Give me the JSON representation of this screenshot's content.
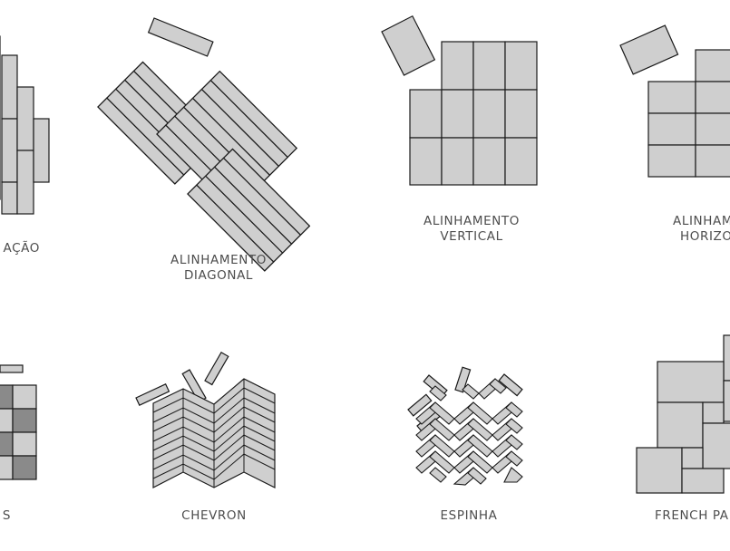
{
  "labels": {
    "stagger": [
      "AÇÃO"
    ],
    "diagonal": [
      "ALINHAMENTO",
      "DIAGONAL"
    ],
    "vertical": [
      "ALINHAMENTO",
      "VERTICAL"
    ],
    "horizontal": [
      "ALINHAM",
      "HORIZO"
    ],
    "checker": [
      "S"
    ],
    "chevron": [
      "CHEVRON"
    ],
    "espinha": [
      "ESPINHA"
    ],
    "french": [
      "FRENCH PA"
    ]
  },
  "colors": {
    "tile": "#cfcfcf",
    "tile_dark": "#8a8a8a",
    "stroke": "#1a1a1a",
    "label": "#4d4d4d"
  }
}
